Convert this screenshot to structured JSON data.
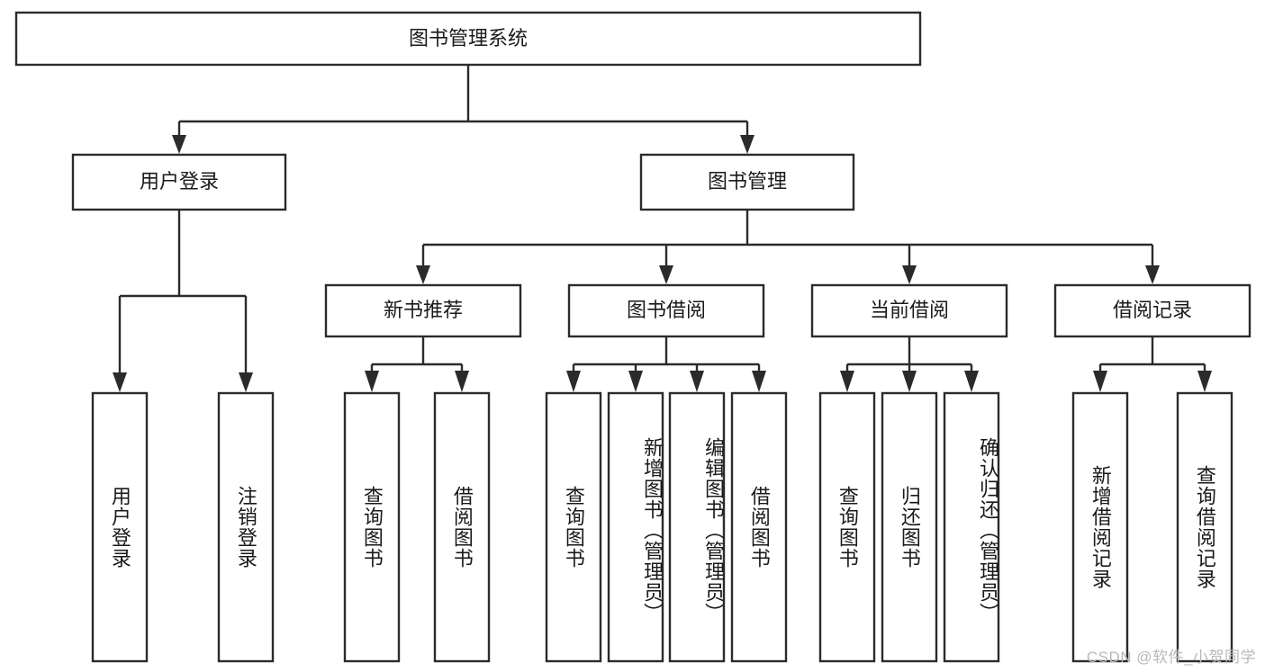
{
  "diagram": {
    "title": "图书管理系统",
    "type": "hierarchy-tree",
    "root": {
      "label": "图书管理系统"
    },
    "level2": [
      {
        "label": "用户登录"
      },
      {
        "label": "图书管理"
      }
    ],
    "level3": [
      {
        "label": "新书推荐"
      },
      {
        "label": "图书借阅"
      },
      {
        "label": "当前借阅"
      },
      {
        "label": "借阅记录"
      }
    ],
    "leaves": {
      "user_login": [
        {
          "label": "用户登录"
        },
        {
          "label": "注销登录"
        }
      ],
      "new_book_recommend": [
        {
          "label": "查询图书"
        },
        {
          "label": "借阅图书"
        }
      ],
      "book_borrow": [
        {
          "label": "查询图书"
        },
        {
          "label": "新增图书（管理员）"
        },
        {
          "label": "编辑图书（管理员）"
        },
        {
          "label": "借阅图书"
        }
      ],
      "current_borrow": [
        {
          "label": "查询图书"
        },
        {
          "label": "归还图书"
        },
        {
          "label": "确认归还（管理员）"
        }
      ],
      "borrow_record": [
        {
          "label": "新增借阅记录"
        },
        {
          "label": "查询借阅记录"
        }
      ]
    }
  },
  "watermark": {
    "text": "CSDN @软件_小贺同学"
  },
  "colors": {
    "box_stroke": "#2b2b2b",
    "box_fill": "#ffffff",
    "text": "#1a1a1a",
    "watermark": "#b9b9b9",
    "background": "#ffffff"
  }
}
